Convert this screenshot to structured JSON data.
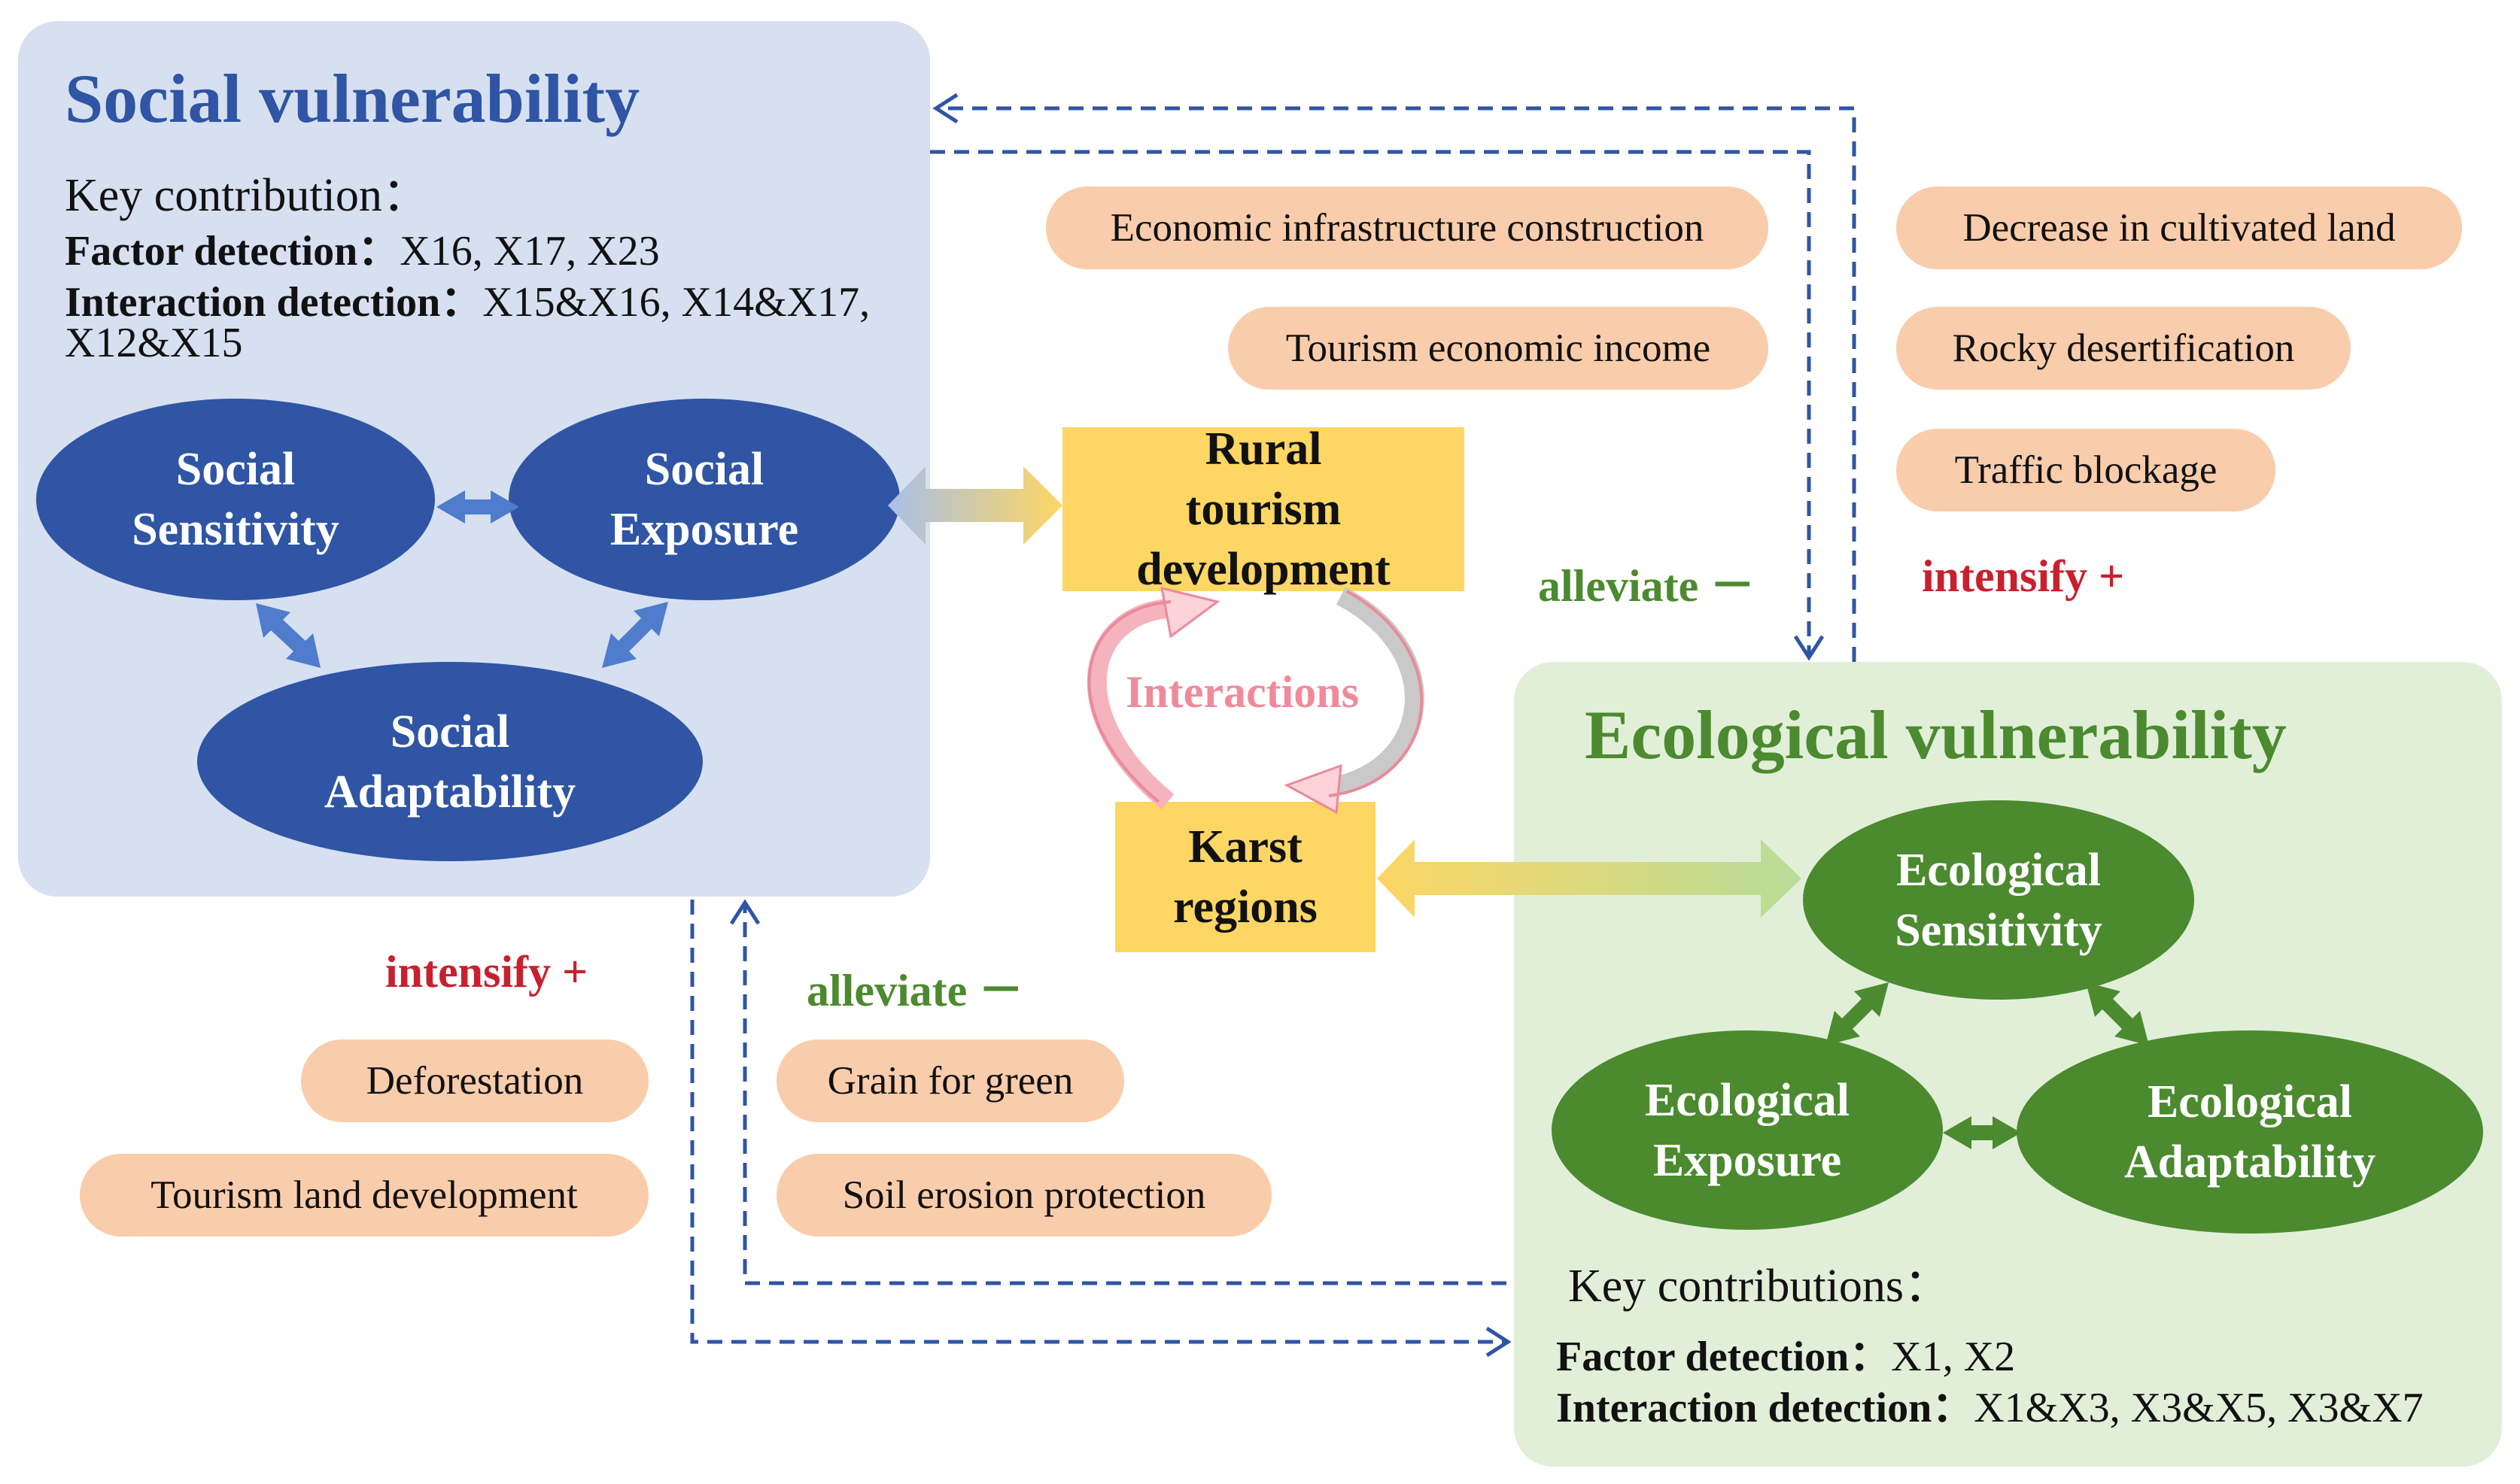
{
  "social": {
    "title": "Social vulnerability",
    "key_heading": "Key contribution：",
    "factor_label": "Factor detection：",
    "factor_value": "X16, X17, X23",
    "interaction_label": "Interaction detection：",
    "interaction_value_line1": "X15&X16, X14&X17,",
    "interaction_value_line2": "X12&X15",
    "sensitivity": "Social Sensitivity",
    "exposure": "Social Exposure",
    "adaptability": "Social Adaptability"
  },
  "ecological": {
    "title": "Ecological vulnerability",
    "key_heading": "Key contributions：",
    "factor_label": "Factor detection：",
    "factor_value": "X1, X2",
    "interaction_label": "Interaction detection：",
    "interaction_value": "X1&X3,  X3&X5, X3&X7",
    "sensitivity": "Ecological Sensitivity",
    "exposure": "Ecological Exposure",
    "adaptability": "Ecological Adaptability"
  },
  "center": {
    "rural": "Rural tourism development",
    "karst": "Karst regions",
    "interactions": "Interactions"
  },
  "labels": {
    "intensify": "intensify +",
    "alleviate": "alleviate －"
  },
  "factors": {
    "economic_infrastructure": "Economic infrastructure construction",
    "tourism_income": "Tourism economic income",
    "decrease_cultivated": "Decrease in cultivated land",
    "rocky_desertification": "Rocky desertification",
    "traffic_blockage": "Traffic blockage",
    "deforestation": "Deforestation",
    "tourism_land": "Tourism land development",
    "grain_for_green": "Grain for green",
    "soil_erosion": "Soil erosion protection"
  },
  "colors": {
    "social_panel": "#d6e0f1",
    "eco_panel": "#e1efd8",
    "social_blue": "#2f55a4",
    "eco_green": "#4b8a2f",
    "yellow_box": "#fdd664",
    "pill": "#f9cdab",
    "intensify_red": "#c8202f",
    "interactions_pink": "#f08a9a",
    "dashed_arrow": "#2f55a4"
  }
}
